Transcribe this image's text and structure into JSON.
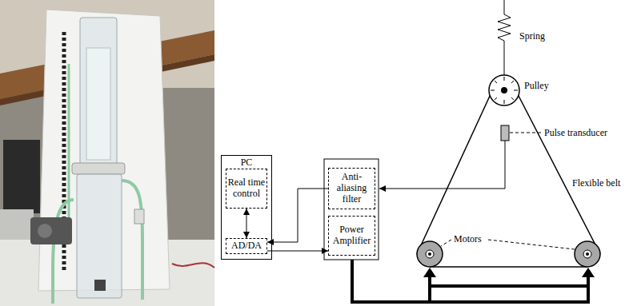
{
  "diagram": {
    "nodes": [
      {
        "text": [
          "PC"
        ]
      },
      {
        "text": [
          "Real time control"
        ],
        "in": 0
      },
      {
        "text": [
          "AD/DA"
        ],
        "in": 0
      },
      {
        "text": [
          "Anti-aliasing filter"
        ]
      },
      {
        "text": [
          "Power Amplifier"
        ]
      }
    ],
    "edges": [
      {
        "from": 1,
        "to": 2,
        "arrow": "both"
      },
      {
        "from": 3,
        "to": 2,
        "arrow": "to"
      },
      {
        "from": 2,
        "to": 4,
        "arrow": "to"
      }
    ],
    "labels": [
      "Spring",
      "Pulley",
      "Pulse transducer",
      "Flexible belt",
      "Motors"
    ]
  }
}
